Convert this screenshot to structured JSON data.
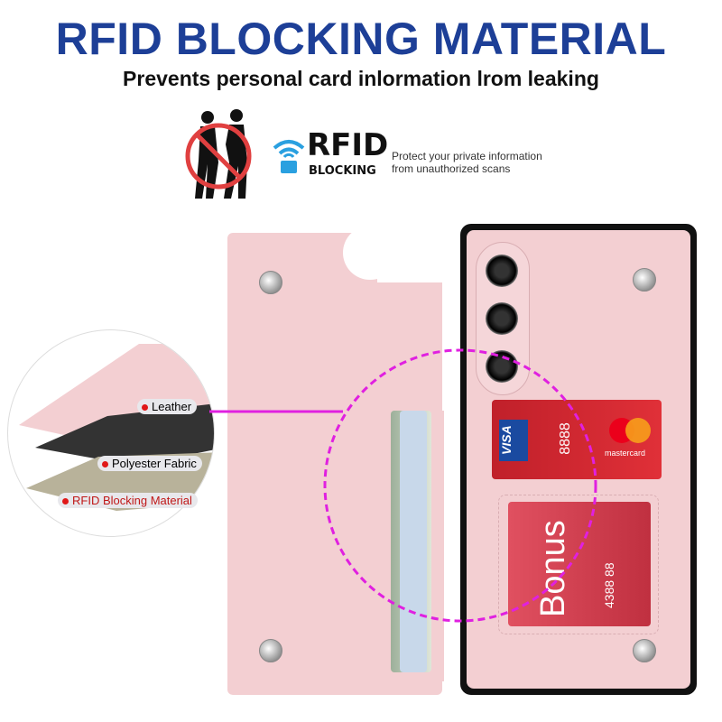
{
  "header": {
    "title": "RFID BLOCKING MATERIAL",
    "subtitle": "Prevents personal card inlormation lrom leaking"
  },
  "badge": {
    "rfid": "RFID",
    "blocking": "BLOCKING",
    "description_line1": "Protect your private information",
    "description_line2": "from unauthorized scans"
  },
  "layers": [
    {
      "label": "Leather"
    },
    {
      "label": "Polyester Fabric"
    },
    {
      "label": "RFID Blocking Material"
    }
  ],
  "cards": {
    "visa": "VISA",
    "mastercard": "mastercard",
    "number_fragment": "8888",
    "bonus": "Bonus",
    "bonus_number": "4388 88"
  },
  "colors": {
    "title": "#1d3f97",
    "pink": "#f3cfd2",
    "magenta": "#e020e0",
    "rfid_blue": "#2aa0e0",
    "warning_red": "#e01818"
  }
}
